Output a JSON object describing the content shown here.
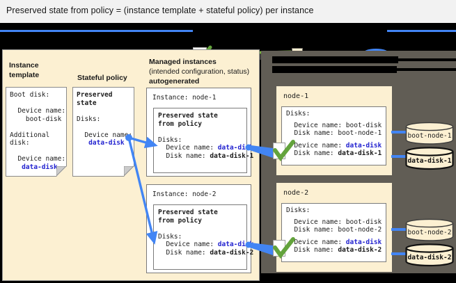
{
  "title": "Preserved state from policy = (instance template + stateful policy) per instance",
  "headings": {
    "instance_template": "Instance template",
    "stateful_policy": "Stateful policy",
    "managed_line1": "Managed instances",
    "managed_line2": "(intended configuration, status)",
    "managed_line3": "autogenerated"
  },
  "template_doc": {
    "boot_disk_label": "Boot disk:",
    "device_label_1": "  Device name:",
    "boot_value": "    boot-disk",
    "additional_1": "Additional",
    "additional_2": "disk:",
    "device_label_2": "  Device name:",
    "data_value": "   data-disk"
  },
  "policy_doc": {
    "title_1": "Preserved",
    "title_2": "state",
    "disks_label": "Disks:",
    "device_label": "  Device name:",
    "data_value": "   data-disk"
  },
  "managed": [
    {
      "instance": "Instance: node-1",
      "ps_title_1": "Preserved state",
      "ps_title_2": "from policy",
      "disks_label": "Disks:",
      "device_prefix": "  Device name: ",
      "device_value": "data-disk",
      "disk_prefix": "  Disk name: ",
      "disk_value": "data-disk-1"
    },
    {
      "instance": "Instance: node-2",
      "ps_title_1": "Preserved state",
      "ps_title_2": "from policy",
      "disks_label": "Disks:",
      "device_prefix": "  Device name: ",
      "device_value": "data-disk",
      "disk_prefix": "  Disk name: ",
      "disk_value": "data-disk-2"
    }
  ],
  "nodes": [
    {
      "name": "node-1",
      "disks_label": "Disks:",
      "boot_device_line": "  Device name: boot-disk",
      "boot_disk_line": "  Disk name: boot-node-1",
      "data_device_prefix": "  Device name: ",
      "data_device_value": "data-disk",
      "data_disk_prefix": "  Disk name: ",
      "data_disk_value": "data-disk-1",
      "boot_cylinder_label": "boot-node-1",
      "data_cylinder_label": "data-disk-1"
    },
    {
      "name": "node-2",
      "disks_label": "Disks:",
      "boot_device_line": "  Device name: boot-disk",
      "boot_disk_line": "  Disk name: boot-node-2",
      "data_device_prefix": "  Device name: ",
      "data_device_value": "data-disk",
      "data_disk_prefix": "  Disk name: ",
      "data_disk_value": "data-disk-2",
      "boot_cylinder_label": "boot-node-2",
      "data_cylinder_label": "data-disk-2"
    }
  ],
  "legend": {
    "icons": [
      "attachment-blue-line",
      "match-checkmark",
      "apply-green-arrow",
      "instance-cream-swatch",
      "disk-blue-ellipse"
    ],
    "labels_redacted": true
  },
  "colors": {
    "accent_blue": "#4285f4",
    "link_blue": "#2424d0",
    "check_green": "#63a33c",
    "arrow_green": "#7cb342",
    "panel_cream": "#fcf0d2",
    "panel_gray": "#615d55",
    "redacted_gray": "#3b3b3b"
  }
}
